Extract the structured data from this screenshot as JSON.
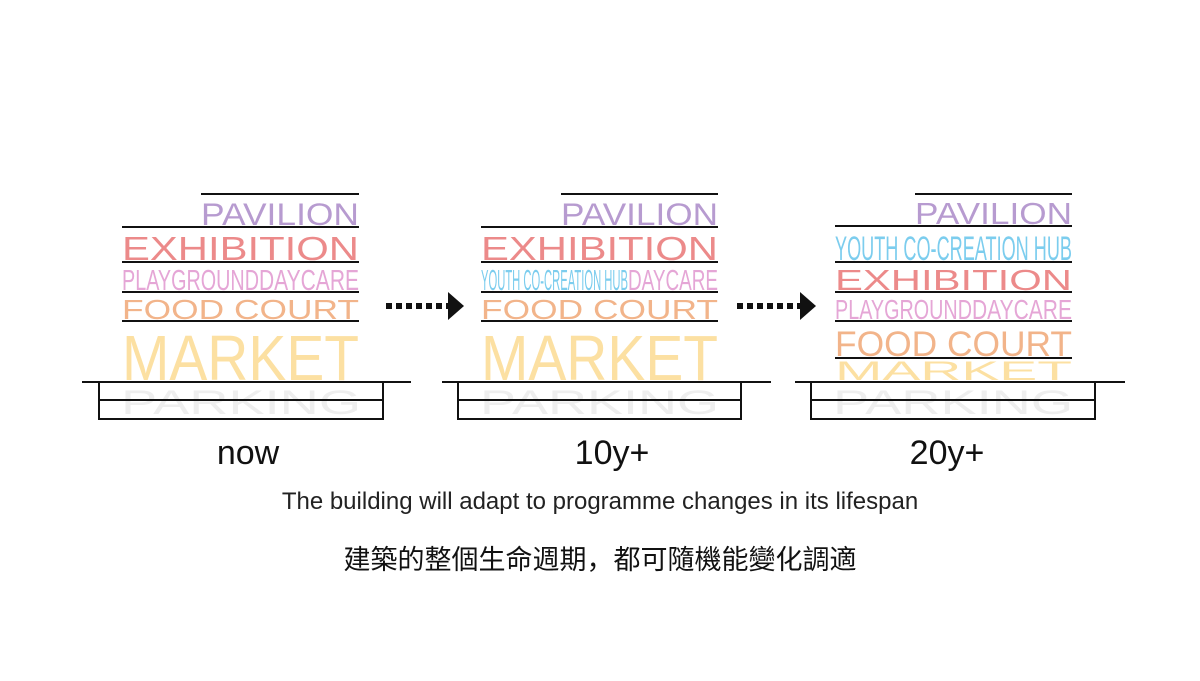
{
  "colors": {
    "pavilion": "#b79bd0",
    "exhibition": "#ec8a8a",
    "playground": "#e5a6d6",
    "daycare": "#e5a6d6",
    "food_court": "#f2b48a",
    "market": "#fce0a2",
    "parking": "#eeeeee",
    "youth_hub": "#7ccdee",
    "line": "#111111",
    "arrow": "#111111"
  },
  "stacks": [
    {
      "label": "now",
      "floors": [
        {
          "text": "PAVILION",
          "color_key": "pavilion",
          "narrow": true
        },
        {
          "text": "EXHIBITION",
          "color_key": "exhibition"
        },
        {
          "text": "PLAYGROUND",
          "text2": "DAYCARE",
          "color_key": "playground"
        },
        {
          "text": "FOOD COURT",
          "color_key": "food_court"
        },
        {
          "text": "MARKET",
          "color_key": "market",
          "tall": true
        }
      ],
      "basement": "PARKING"
    },
    {
      "label": "10y+",
      "floors": [
        {
          "text": "PAVILION",
          "color_key": "pavilion",
          "narrow": true
        },
        {
          "text": "EXHIBITION",
          "color_key": "exhibition"
        },
        {
          "text": "YOUTH CO-CREATION HUB",
          "text2": "DAYCARE",
          "color_key": "youth_hub",
          "color2_key": "daycare"
        },
        {
          "text": "FOOD COURT",
          "color_key": "food_court"
        },
        {
          "text": "MARKET",
          "color_key": "market",
          "tall": true
        }
      ],
      "basement": "PARKING"
    },
    {
      "label": "20y+",
      "floors": [
        {
          "text": "PAVILION",
          "color_key": "pavilion",
          "narrow": true
        },
        {
          "text": "YOUTH CO-CREATION HUB",
          "color_key": "youth_hub"
        },
        {
          "text": "EXHIBITION",
          "color_key": "exhibition"
        },
        {
          "text": "PLAYGROUND",
          "text2": "DAYCARE",
          "color_key": "playground"
        },
        {
          "text": "FOOD COURT",
          "color_key": "food_court"
        },
        {
          "text": "MARKET",
          "color_key": "market",
          "short": true
        }
      ],
      "basement": "PARKING"
    }
  ],
  "caption_en": "The building will adapt to programme changes in its lifespan",
  "caption_zh": "建築的整個生命週期，都可隨機能變化調適"
}
